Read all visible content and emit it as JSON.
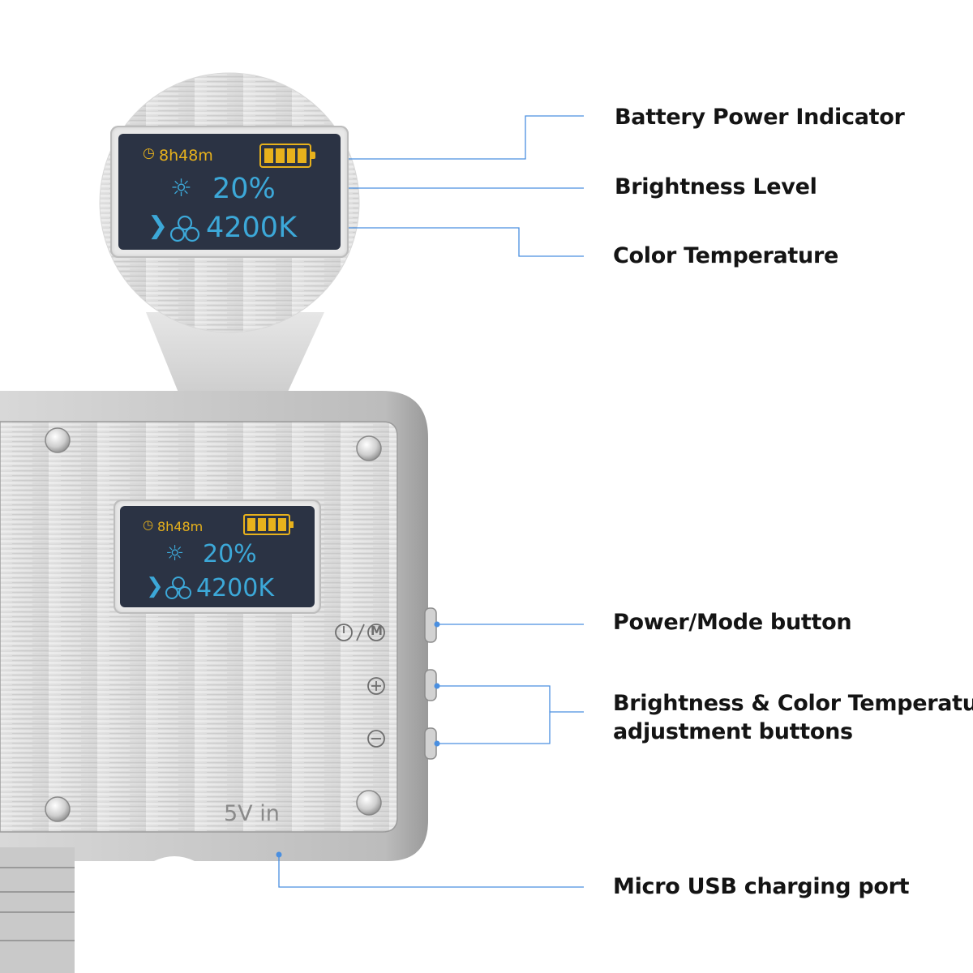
{
  "callouts": {
    "battery": "Battery Power Indicator",
    "brightness": "Brightness Level",
    "color_temperature": "Color Temperature",
    "power_mode": "Power/Mode button",
    "adjust_line1": "Brightness & Color Temperature",
    "adjust_line2": "adjustment buttons",
    "usb": "Micro USB charging port"
  },
  "display": {
    "runtime": "8h48m",
    "brightness": "20%",
    "color_temp": "4200K",
    "battery_bars": 4,
    "battery_level": 1.0
  },
  "device": {
    "port_label": "5V in",
    "mode_symbol": "M",
    "plus_symbol": "+",
    "minus_symbol": "−"
  },
  "colors": {
    "accent_line": "#4a8fe0",
    "screen_bg": "#2b3344",
    "battery_yellow": "#e8b21c",
    "text_cyan": "#3ca8d8",
    "label_text": "#141414"
  },
  "icons": [
    "clock-icon",
    "sun-icon",
    "color-temperature-icon",
    "chevron-right-icon",
    "battery-icon",
    "power-icon",
    "mode-icon",
    "plus-icon",
    "minus-icon",
    "screw-icon"
  ]
}
